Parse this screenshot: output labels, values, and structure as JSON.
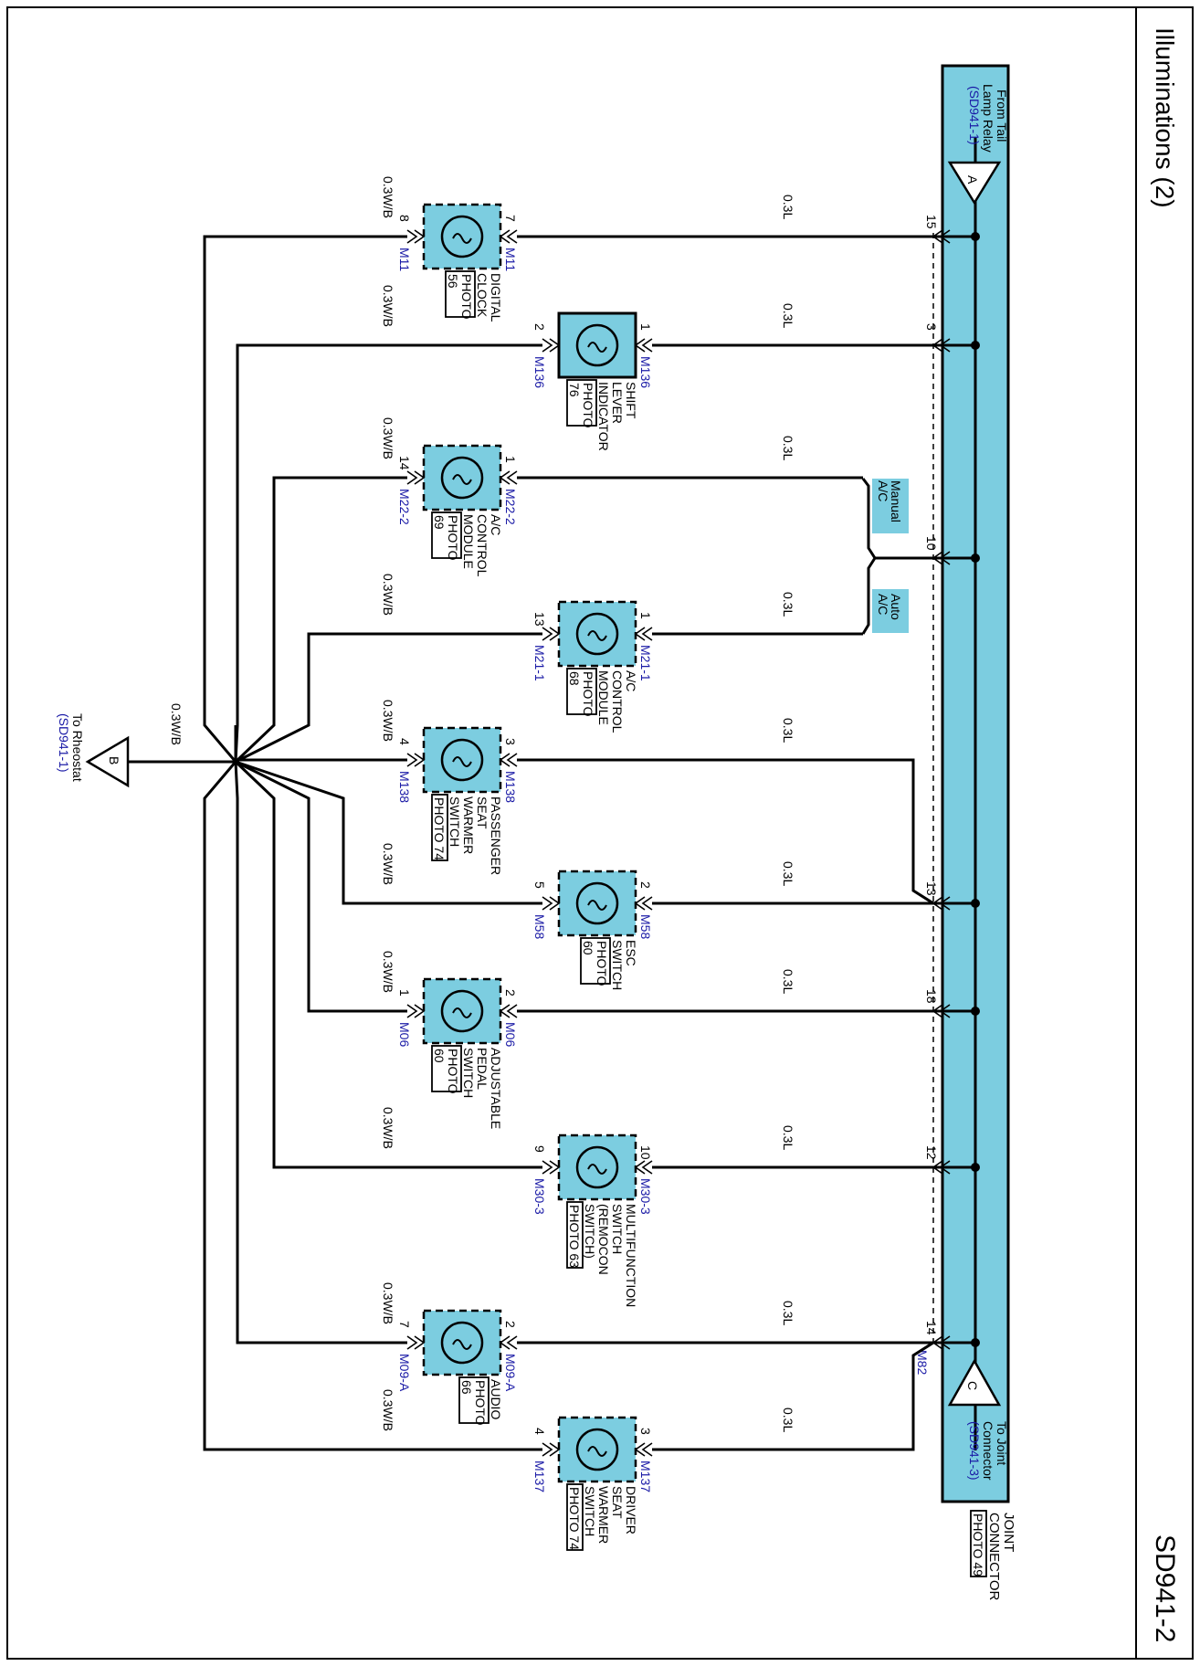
{
  "page": {
    "title": "Illuminations (2)",
    "code": "SD941-2"
  },
  "joint_connector": {
    "name_line1": "JOINT",
    "name_line2": "CONNECTOR",
    "photo": "PHOTO 49",
    "connector_id": "M82"
  },
  "refs": {
    "A": {
      "letter": "A",
      "line1": "From Tail",
      "line2": "Lamp Relay",
      "ref": "(SD941-1)"
    },
    "B": {
      "letter": "B",
      "line1": "To Rheostat",
      "ref": "(SD941-1)"
    },
    "C": {
      "letter": "C",
      "line1": "To Joint",
      "line2": "Connector",
      "ref": "(SD941-3)"
    }
  },
  "ac_options": {
    "manual_line1": "Manual",
    "manual_line2": "A/C",
    "auto_line1": "Auto",
    "auto_line2": "A/C"
  },
  "wire_colors": {
    "feed": "0.3L",
    "ground": "0.3W/B",
    "main_ground": "0.3W/B"
  },
  "jc_pins": [
    "15",
    "3",
    "10",
    "13",
    "18",
    "12",
    "14"
  ],
  "components": [
    {
      "id": "digital-clock",
      "lines": [
        "DIGITAL",
        "CLOCK"
      ],
      "photo_lines": [
        "PHOTO",
        "56"
      ],
      "connector": "M11",
      "pin_in": "7",
      "pin_out": "8",
      "solid": false
    },
    {
      "id": "shift-lever-indicator",
      "lines": [
        "SHIFT",
        "LEVER",
        "INDICATOR"
      ],
      "photo_lines": [
        "PHOTO",
        "76"
      ],
      "connector": "M136",
      "pin_in": "1",
      "pin_out": "2",
      "solid": true
    },
    {
      "id": "ac-control-module-manual",
      "lines": [
        "A/C",
        "CONTROL",
        "MODULE"
      ],
      "photo_lines": [
        "PHOTO",
        "69"
      ],
      "connector": "M22-2",
      "pin_in": "1",
      "pin_out": "14",
      "solid": false
    },
    {
      "id": "ac-control-module-auto",
      "lines": [
        "A/C",
        "CONTROL",
        "MODULE"
      ],
      "photo_lines": [
        "PHOTO",
        "68"
      ],
      "connector": "M21-1",
      "pin_in": "1",
      "pin_out": "13",
      "solid": false
    },
    {
      "id": "passenger-seat-warmer-switch",
      "lines": [
        "PASSENGER",
        "SEAT",
        "WARMER",
        "SWITCH"
      ],
      "photo_lines": [
        "PHOTO 74"
      ],
      "connector": "M138",
      "pin_in": "3",
      "pin_out": "4",
      "solid": false
    },
    {
      "id": "esc-switch",
      "lines": [
        "ESC",
        "SWITCH"
      ],
      "photo_lines": [
        "PHOTO",
        "60"
      ],
      "connector": "M58",
      "pin_in": "2",
      "pin_out": "5",
      "solid": false
    },
    {
      "id": "adjustable-pedal-switch",
      "lines": [
        "ADJUSTABLE",
        "PEDAL",
        "SWITCH"
      ],
      "photo_lines": [
        "PHOTO",
        "60"
      ],
      "connector": "M06",
      "pin_in": "2",
      "pin_out": "1",
      "solid": false
    },
    {
      "id": "multifunction-switch",
      "lines": [
        "MULTIFUNCTION",
        "SWITCH",
        "(REMOCON",
        "SWITCH)"
      ],
      "photo_lines": [
        "PHOTO 63"
      ],
      "connector": "M30-3",
      "pin_in": "10",
      "pin_out": "9",
      "solid": false
    },
    {
      "id": "audio",
      "lines": [
        "AUDIO"
      ],
      "photo_lines": [
        "PHOTO",
        "66"
      ],
      "connector": "M09-A",
      "pin_in": "2",
      "pin_out": "7",
      "solid": false
    },
    {
      "id": "driver-seat-warmer-switch",
      "lines": [
        "DRIVER",
        "SEAT",
        "WARMER",
        "SWITCH"
      ],
      "photo_lines": [
        "PHOTO 74"
      ],
      "connector": "M137",
      "pin_in": "3",
      "pin_out": "4",
      "solid": false
    }
  ]
}
